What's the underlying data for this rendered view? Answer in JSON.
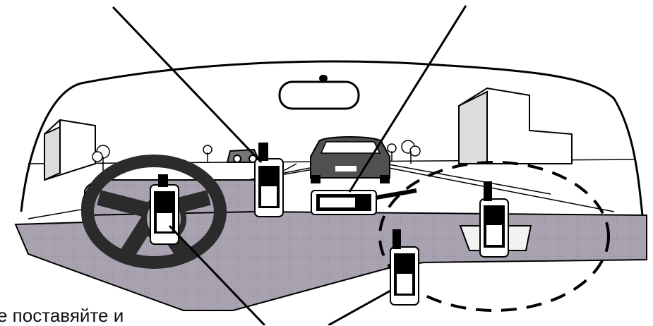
{
  "caption": "е поставяйте и",
  "colors": {
    "dashboard": "#aaa4b3",
    "outline": "#000000",
    "background": "#ffffff",
    "device_screen": "#d9d9d9",
    "steering_wheel": "#2b2b2b"
  },
  "icons": [
    "pointer-lines",
    "steering-wheel",
    "rearview-mirror",
    "car",
    "building",
    "tree",
    "gps-device",
    "dashed-ellipse"
  ]
}
